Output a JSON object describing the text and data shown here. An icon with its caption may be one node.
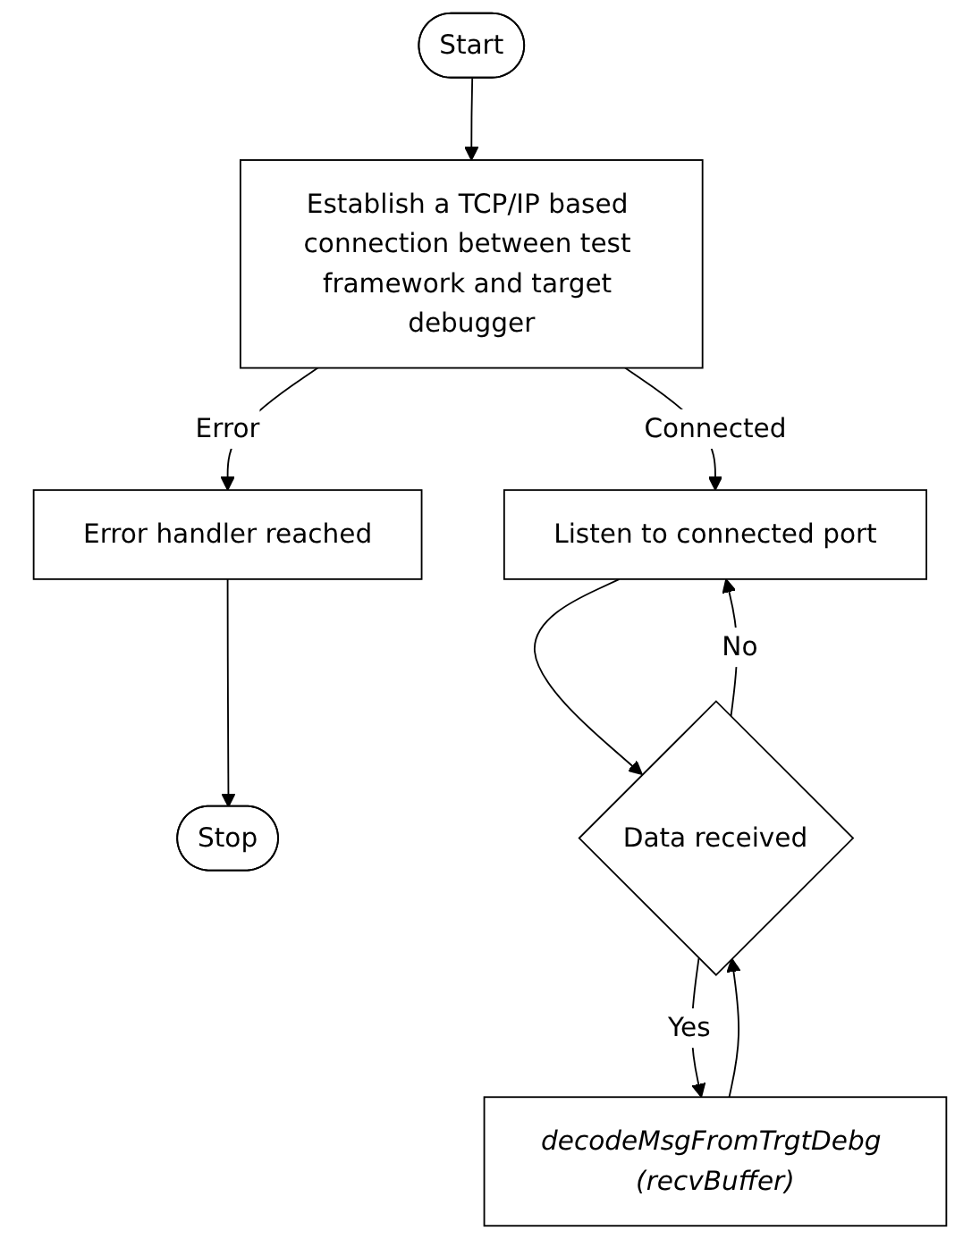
{
  "diagram": {
    "nodes": [
      {
        "text": [
          "Start"
        ]
      },
      {
        "text": [
          "Establish a TCP/IP based connection between test framework and target debugger"
        ]
      },
      {
        "text": [
          "Error handler reached"
        ]
      },
      {
        "text": [
          "Stop"
        ]
      },
      {
        "text": [
          "Listen to connected port"
        ]
      },
      {
        "text": [
          "Data received"
        ]
      },
      {
        "text": [
          "decodeMsgFromTrgtDebg (recvBuffer)"
        ]
      }
    ],
    "edges": [
      {
        "from": 0,
        "to": 1,
        "arrow": "to"
      },
      {
        "from": 1,
        "to": 2,
        "arrow": "to",
        "label": "Error"
      },
      {
        "from": 2,
        "to": 3,
        "arrow": "to"
      },
      {
        "from": 1,
        "to": 4,
        "arrow": "to",
        "label": "Connected"
      },
      {
        "from": 4,
        "to": 5,
        "arrow": "to"
      },
      {
        "from": 5,
        "to": 4,
        "arrow": "to",
        "label": "No"
      },
      {
        "from": 5,
        "to": 6,
        "arrow": "to",
        "label": "Yes"
      },
      {
        "from": 6,
        "to": 5,
        "arrow": "to"
      }
    ]
  }
}
